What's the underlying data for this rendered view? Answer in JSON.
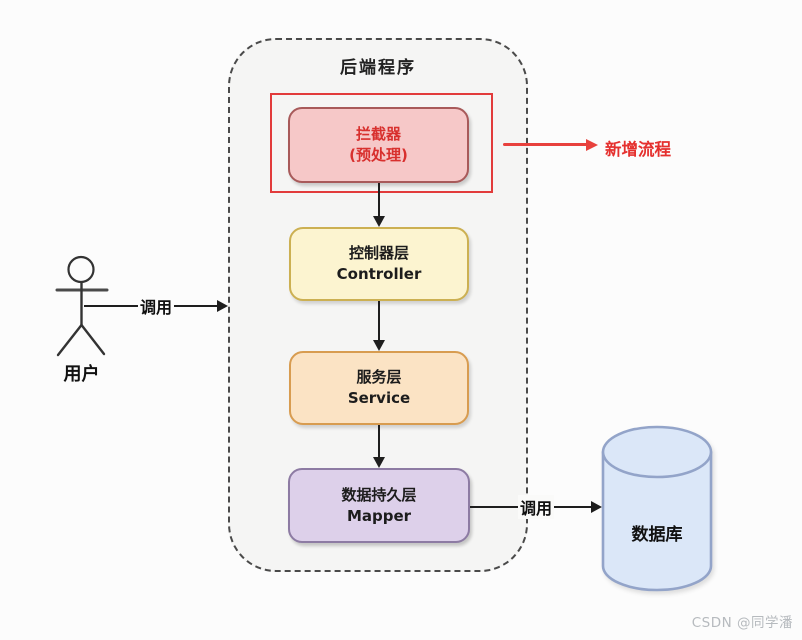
{
  "diagram": {
    "background": "#fcfcfc",
    "actor": {
      "label": "用户"
    },
    "user_call": {
      "label": "调用"
    },
    "backend": {
      "title": "后端程序",
      "nodes": [
        {
          "line1": "拦截器",
          "line2": "(预处理)",
          "fill": "#f6c8c8",
          "border": "#a85a5a",
          "text": "#d8302e"
        },
        {
          "line1": "控制器层",
          "line2": "Controller",
          "fill": "#fcf4d0",
          "border": "#ccb052",
          "text": "#1c1c1c"
        },
        {
          "line1": "服务层",
          "line2": "Service",
          "fill": "#fbe3c4",
          "border": "#d89c50",
          "text": "#1c1c1c"
        },
        {
          "line1": "数据持久层",
          "line2": "Mapper",
          "fill": "#ddd0ea",
          "border": "#8d7ba3",
          "text": "#1c1c1c"
        }
      ]
    },
    "highlight": {
      "border": "#e23b3b",
      "annotation": "新增流程",
      "annotation_color": "#e5302e"
    },
    "db_call": {
      "label": "调用"
    },
    "database": {
      "label": "数据库",
      "fill": "#dbe7f8",
      "border": "#93a4c9"
    },
    "watermark": "CSDN @同学潘"
  }
}
